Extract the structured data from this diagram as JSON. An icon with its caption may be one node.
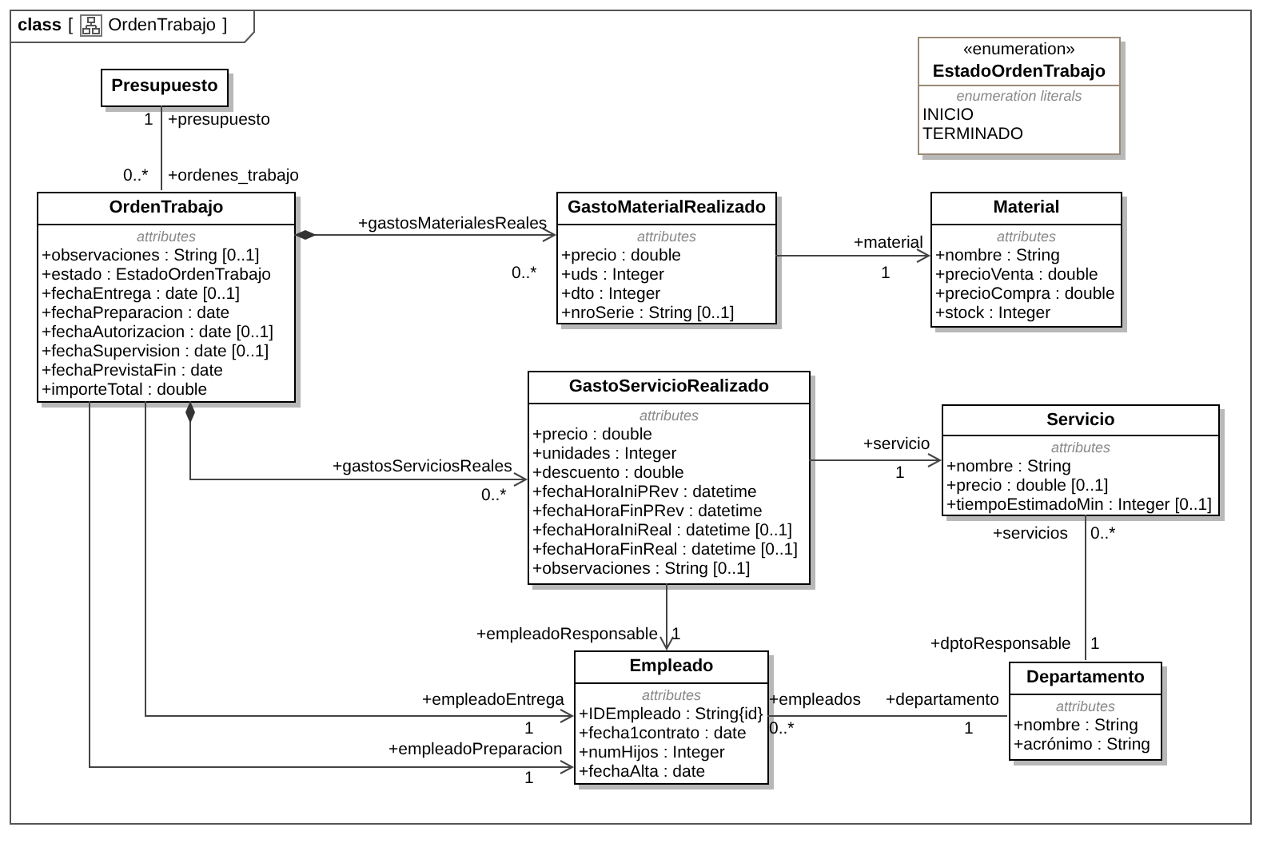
{
  "diagram": {
    "nodes": [
      {
        "text": [
          "class",
          "[",
          "OrdenTrabajo",
          "]"
        ]
      },
      {
        "text": [
          "Presupuesto"
        ],
        "in": 0
      },
      {
        "text": [
          "OrdenTrabajo",
          "attributes",
          "+observaciones : String [0..1]",
          "+estado : EstadoOrdenTrabajo",
          "+fechaEntrega : date [0..1]",
          "+fechaPreparacion : date",
          "+fechaAutorizacion : date [0..1]",
          "+fechaSupervision : date [0..1]",
          "+fechaPrevistaFin : date",
          "+importeTotal : double"
        ],
        "in": 0
      },
      {
        "text": [
          "GastoMaterialRealizado",
          "attributes",
          "+precio : double",
          "+uds : Integer",
          "+dto : Integer",
          "+nroSerie : String [0..1]"
        ],
        "in": 0
      },
      {
        "text": [
          "Material",
          "attributes",
          "+nombre : String",
          "+precioVenta : double",
          "+precioCompra : double",
          "+stock : Integer"
        ],
        "in": 0
      },
      {
        "text": [
          "GastoServicioRealizado",
          "attributes",
          "+precio : double",
          "+unidades : Integer",
          "+descuento : double",
          "+fechaHoraIniPRev : datetime",
          "+fechaHoraFinPRev : datetime",
          "+fechaHoraIniReal : datetime [0..1]",
          "+fechaHoraFinReal : datetime [0..1]",
          "+observaciones : String [0..1]"
        ],
        "in": 0
      },
      {
        "text": [
          "Servicio",
          "attributes",
          "+nombre : String",
          "+precio : double [0..1]",
          "+tiempoEstimadoMin : Integer [0..1]"
        ],
        "in": 0
      },
      {
        "text": [
          "Empleado",
          "attributes",
          "+IDEmpleado : String{id}",
          "+fecha1contrato : date",
          "+numHijos : Integer",
          "+fechaAlta : date"
        ],
        "in": 0
      },
      {
        "text": [
          "Departamento",
          "attributes",
          "+nombre : String",
          "+acrónimo : String"
        ],
        "in": 0
      },
      {
        "text": [
          "«enumeration»",
          "EstadoOrdenTrabajo",
          "enumeration literals",
          "INICIO",
          "TERMINADO"
        ],
        "in": 0
      }
    ],
    "edges": [
      {
        "from": 1,
        "to": 2,
        "arrow": "none"
      },
      {
        "from": 2,
        "to": 3,
        "arrow": "to"
      },
      {
        "from": 3,
        "to": 4,
        "arrow": "to"
      },
      {
        "from": 2,
        "to": 5,
        "arrow": "to"
      },
      {
        "from": 5,
        "to": 6,
        "arrow": "to"
      },
      {
        "from": 5,
        "to": 7,
        "arrow": "to"
      },
      {
        "from": 6,
        "to": 8,
        "arrow": "none"
      },
      {
        "from": 2,
        "to": 7,
        "arrow": "to"
      },
      {
        "from": 2,
        "to": 7,
        "arrow": "to"
      },
      {
        "from": 7,
        "to": 8,
        "arrow": "none"
      }
    ],
    "labels": [
      "1",
      "+presupuesto",
      "0..*",
      "+ordenes_trabajo",
      "+gastosMaterialesReales",
      "0..*",
      "+material",
      "1",
      "+gastosServiciosReales",
      "0..*",
      "+servicio",
      "1",
      "+servicios",
      "0..*",
      "+empleadoResponsable",
      "1",
      "+dptoResponsable",
      "1",
      "+empleadoEntrega",
      "+empleados",
      "+departamento",
      "1",
      "0..*",
      "1",
      "+empleadoPreparacion",
      "1"
    ]
  }
}
